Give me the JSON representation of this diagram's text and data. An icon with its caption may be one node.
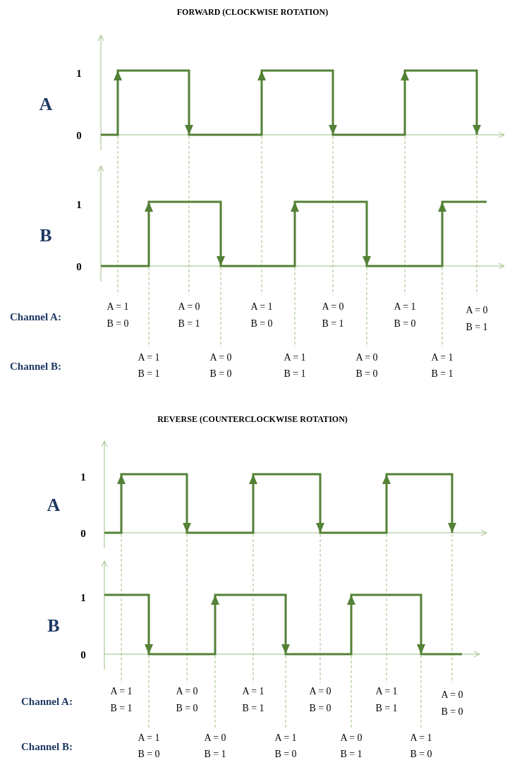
{
  "diagram": {
    "labels": [
      "FORWARD (CLOCKWISE ROTATION)",
      "1",
      "A",
      "0",
      "1",
      "B",
      "0",
      "Channel A:",
      "A = 1",
      "B = 0",
      "A = 0",
      "B = 1",
      "A = 1",
      "B = 0",
      "A = 0",
      "B = 1",
      "A = 1",
      "B = 0",
      "A = 0",
      "B = 1",
      "Channel B:",
      "A = 1",
      "B = 1",
      "A = 0",
      "B = 0",
      "A = 1",
      "B = 1",
      "A = 0",
      "B = 0",
      "A = 1",
      "B = 1",
      "REVERSE (COUNTERCLOCKWISE ROTATION)",
      "1",
      "A",
      "0",
      "1",
      "B",
      "0",
      "Channel A:",
      "A = 1",
      "B = 1",
      "A = 0",
      "B = 0",
      "A = 1",
      "B = 1",
      "A = 0",
      "B = 0",
      "A = 1",
      "B = 1",
      "A = 0",
      "B = 0",
      "Channel B:",
      "A = 1",
      "B = 0",
      "A = 0",
      "B = 1",
      "A = 1",
      "B = 0",
      "A = 0",
      "B = 1",
      "A = 1",
      "B = 0"
    ]
  }
}
